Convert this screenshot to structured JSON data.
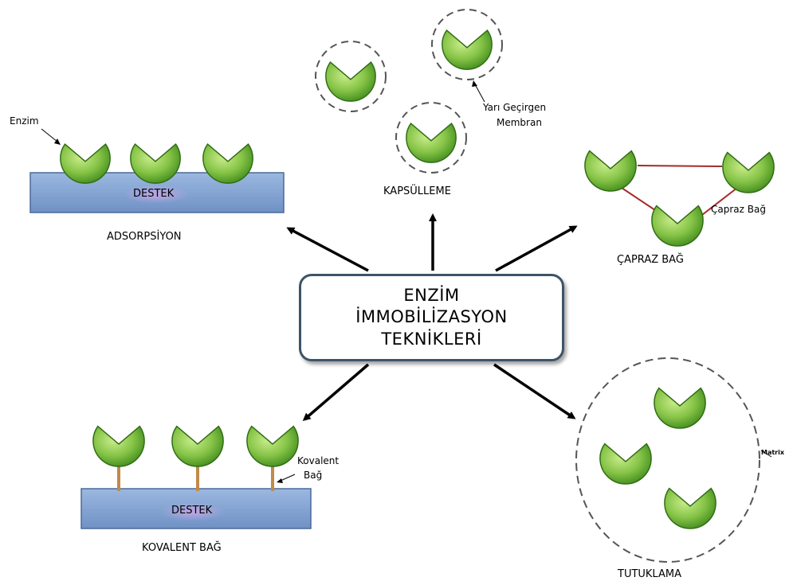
{
  "center": {
    "line1": "ENZİM",
    "line2": "İMMOBİLİZASYON",
    "line3": "TEKNİKLERİ"
  },
  "adsorption": {
    "title": "ADSORPSİYON",
    "enzyme_label": "Enzim",
    "support_label": "DESTEK"
  },
  "encapsulation": {
    "title": "KAPSÜLLEME",
    "membrane_label_line1": "Yarı Geçirgen",
    "membrane_label_line2": "Membran"
  },
  "crosslink": {
    "title": "ÇAPRAZ BAĞ",
    "bond_label": "Çapraz Bağ"
  },
  "covalent": {
    "title": "KOVALENT BAĞ",
    "bond_label_line1": "Kovalent",
    "bond_label_line2": "Bağ",
    "support_label": "DESTEK"
  },
  "entrapment": {
    "title": "TUTUKLAMA",
    "matrix_label": "Matrix"
  },
  "colors": {
    "enzyme_light": "#b6e07a",
    "enzyme_dark": "#4f9a20",
    "support": "#8aaad8",
    "link": "#c08a4a",
    "crosslink": "#a52a2a"
  }
}
